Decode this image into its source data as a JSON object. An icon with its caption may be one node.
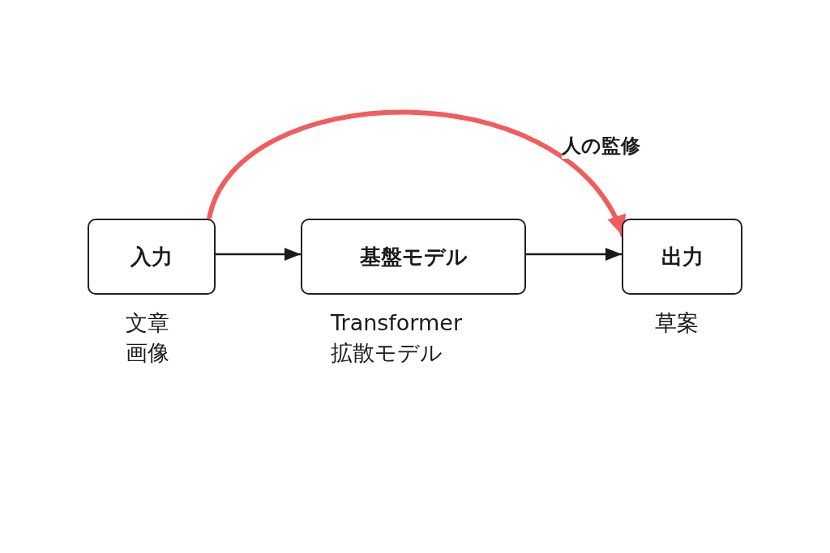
{
  "diagram": {
    "nodes": [
      {
        "text": [
          "入力"
        ],
        "beside": [
          "文章",
          "画像"
        ]
      },
      {
        "text": [
          "基盤モデル"
        ],
        "beside": [
          "Transformer",
          "拡散モデル"
        ]
      },
      {
        "text": [
          "出力"
        ],
        "beside": [
          "草案"
        ]
      }
    ],
    "edges": [
      {
        "from": 0,
        "to": 1,
        "arrow": "to"
      },
      {
        "from": 1,
        "to": 2,
        "arrow": "to"
      },
      {
        "from": 0,
        "to": 2,
        "arrow": "to",
        "label": "人の監修",
        "style": "thick",
        "color": "#f25c5c"
      }
    ]
  }
}
